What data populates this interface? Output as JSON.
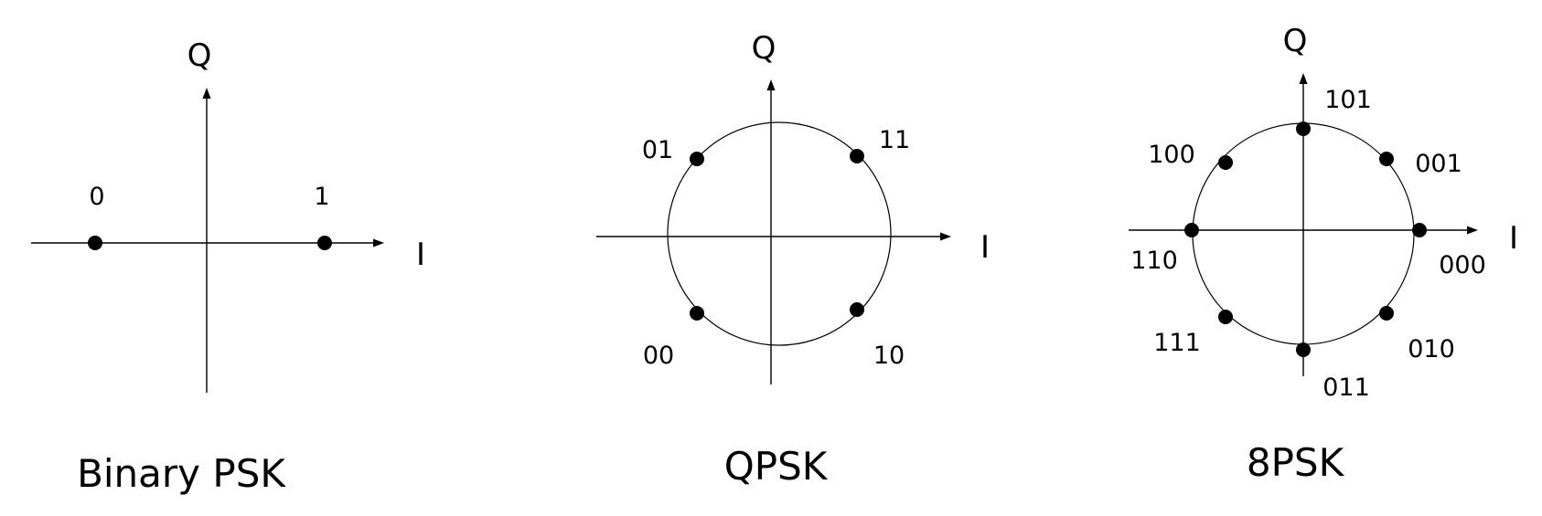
{
  "colors": {
    "ink": "#000000",
    "background": "#ffffff"
  },
  "diagrams": [
    {
      "title": "Binary PSK",
      "axis_labels": {
        "vertical": "Q",
        "horizontal": "I"
      },
      "points": [
        {
          "bits": "0",
          "angle_deg": 180
        },
        {
          "bits": "1",
          "angle_deg": 0
        }
      ]
    },
    {
      "title": "QPSK",
      "axis_labels": {
        "vertical": "Q",
        "horizontal": "I"
      },
      "points": [
        {
          "bits": "01",
          "angle_deg": 135
        },
        {
          "bits": "11",
          "angle_deg": 45
        },
        {
          "bits": "00",
          "angle_deg": 225
        },
        {
          "bits": "10",
          "angle_deg": 315
        }
      ]
    },
    {
      "title": "8PSK",
      "axis_labels": {
        "vertical": "Q",
        "horizontal": "I"
      },
      "points": [
        {
          "bits": "101",
          "angle_deg": 90
        },
        {
          "bits": "100",
          "angle_deg": 135
        },
        {
          "bits": "001",
          "angle_deg": 45
        },
        {
          "bits": "110",
          "angle_deg": 180
        },
        {
          "bits": "000",
          "angle_deg": 0
        },
        {
          "bits": "111",
          "angle_deg": 225
        },
        {
          "bits": "010",
          "angle_deg": 315
        },
        {
          "bits": "011",
          "angle_deg": 270
        }
      ]
    }
  ]
}
